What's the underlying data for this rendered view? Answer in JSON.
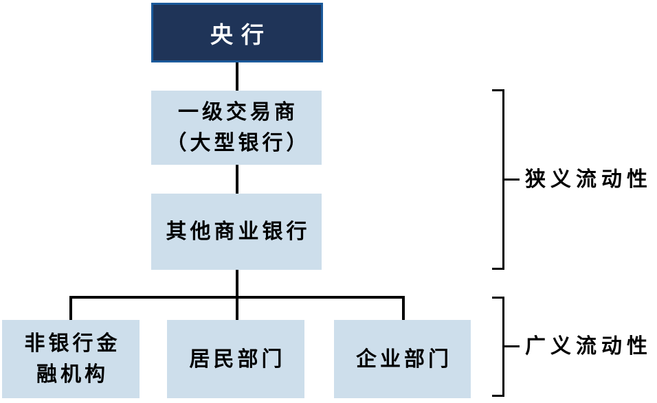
{
  "diagram": {
    "title_hint": "liquidity transmission hierarchy",
    "nodes": {
      "central_bank": {
        "label": "央行"
      },
      "primary_dealers": {
        "lines": [
          "一级交易商",
          "（大型银行）"
        ]
      },
      "other_commercial_banks": {
        "label": "其他商业银行"
      },
      "non_bank_financial": {
        "lines": [
          "非银行金",
          "融机构"
        ]
      },
      "household_sector": {
        "label": "居民部门"
      },
      "corporate_sector": {
        "label": "企业部门"
      }
    },
    "brackets": {
      "narrow_liquidity": {
        "label": "狭义流动性"
      },
      "broad_liquidity": {
        "label": "广义流动性"
      }
    },
    "colors": {
      "root_fill": "#1F3458",
      "root_border": "#1B5A9B",
      "node_fill": "#CDDEEB",
      "root_text": "#FFFFFF",
      "text": "#000000",
      "line": "#000000",
      "background": "#FFFFFF"
    }
  }
}
